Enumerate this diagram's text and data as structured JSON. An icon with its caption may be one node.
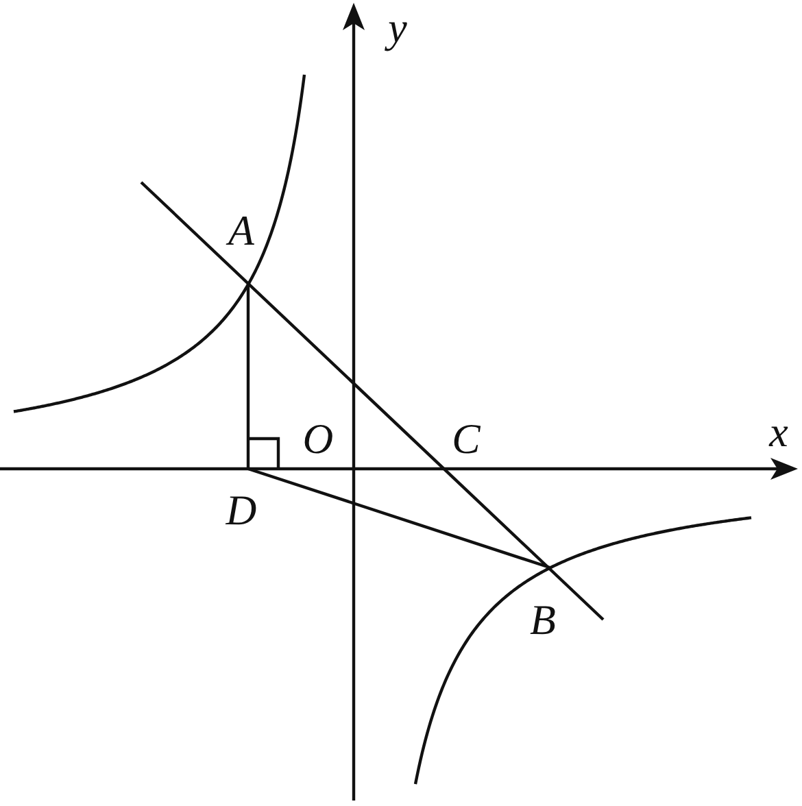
{
  "diagram": {
    "labels": [
      "y",
      "A",
      "x",
      "O",
      "C",
      "D",
      "B"
    ]
  }
}
